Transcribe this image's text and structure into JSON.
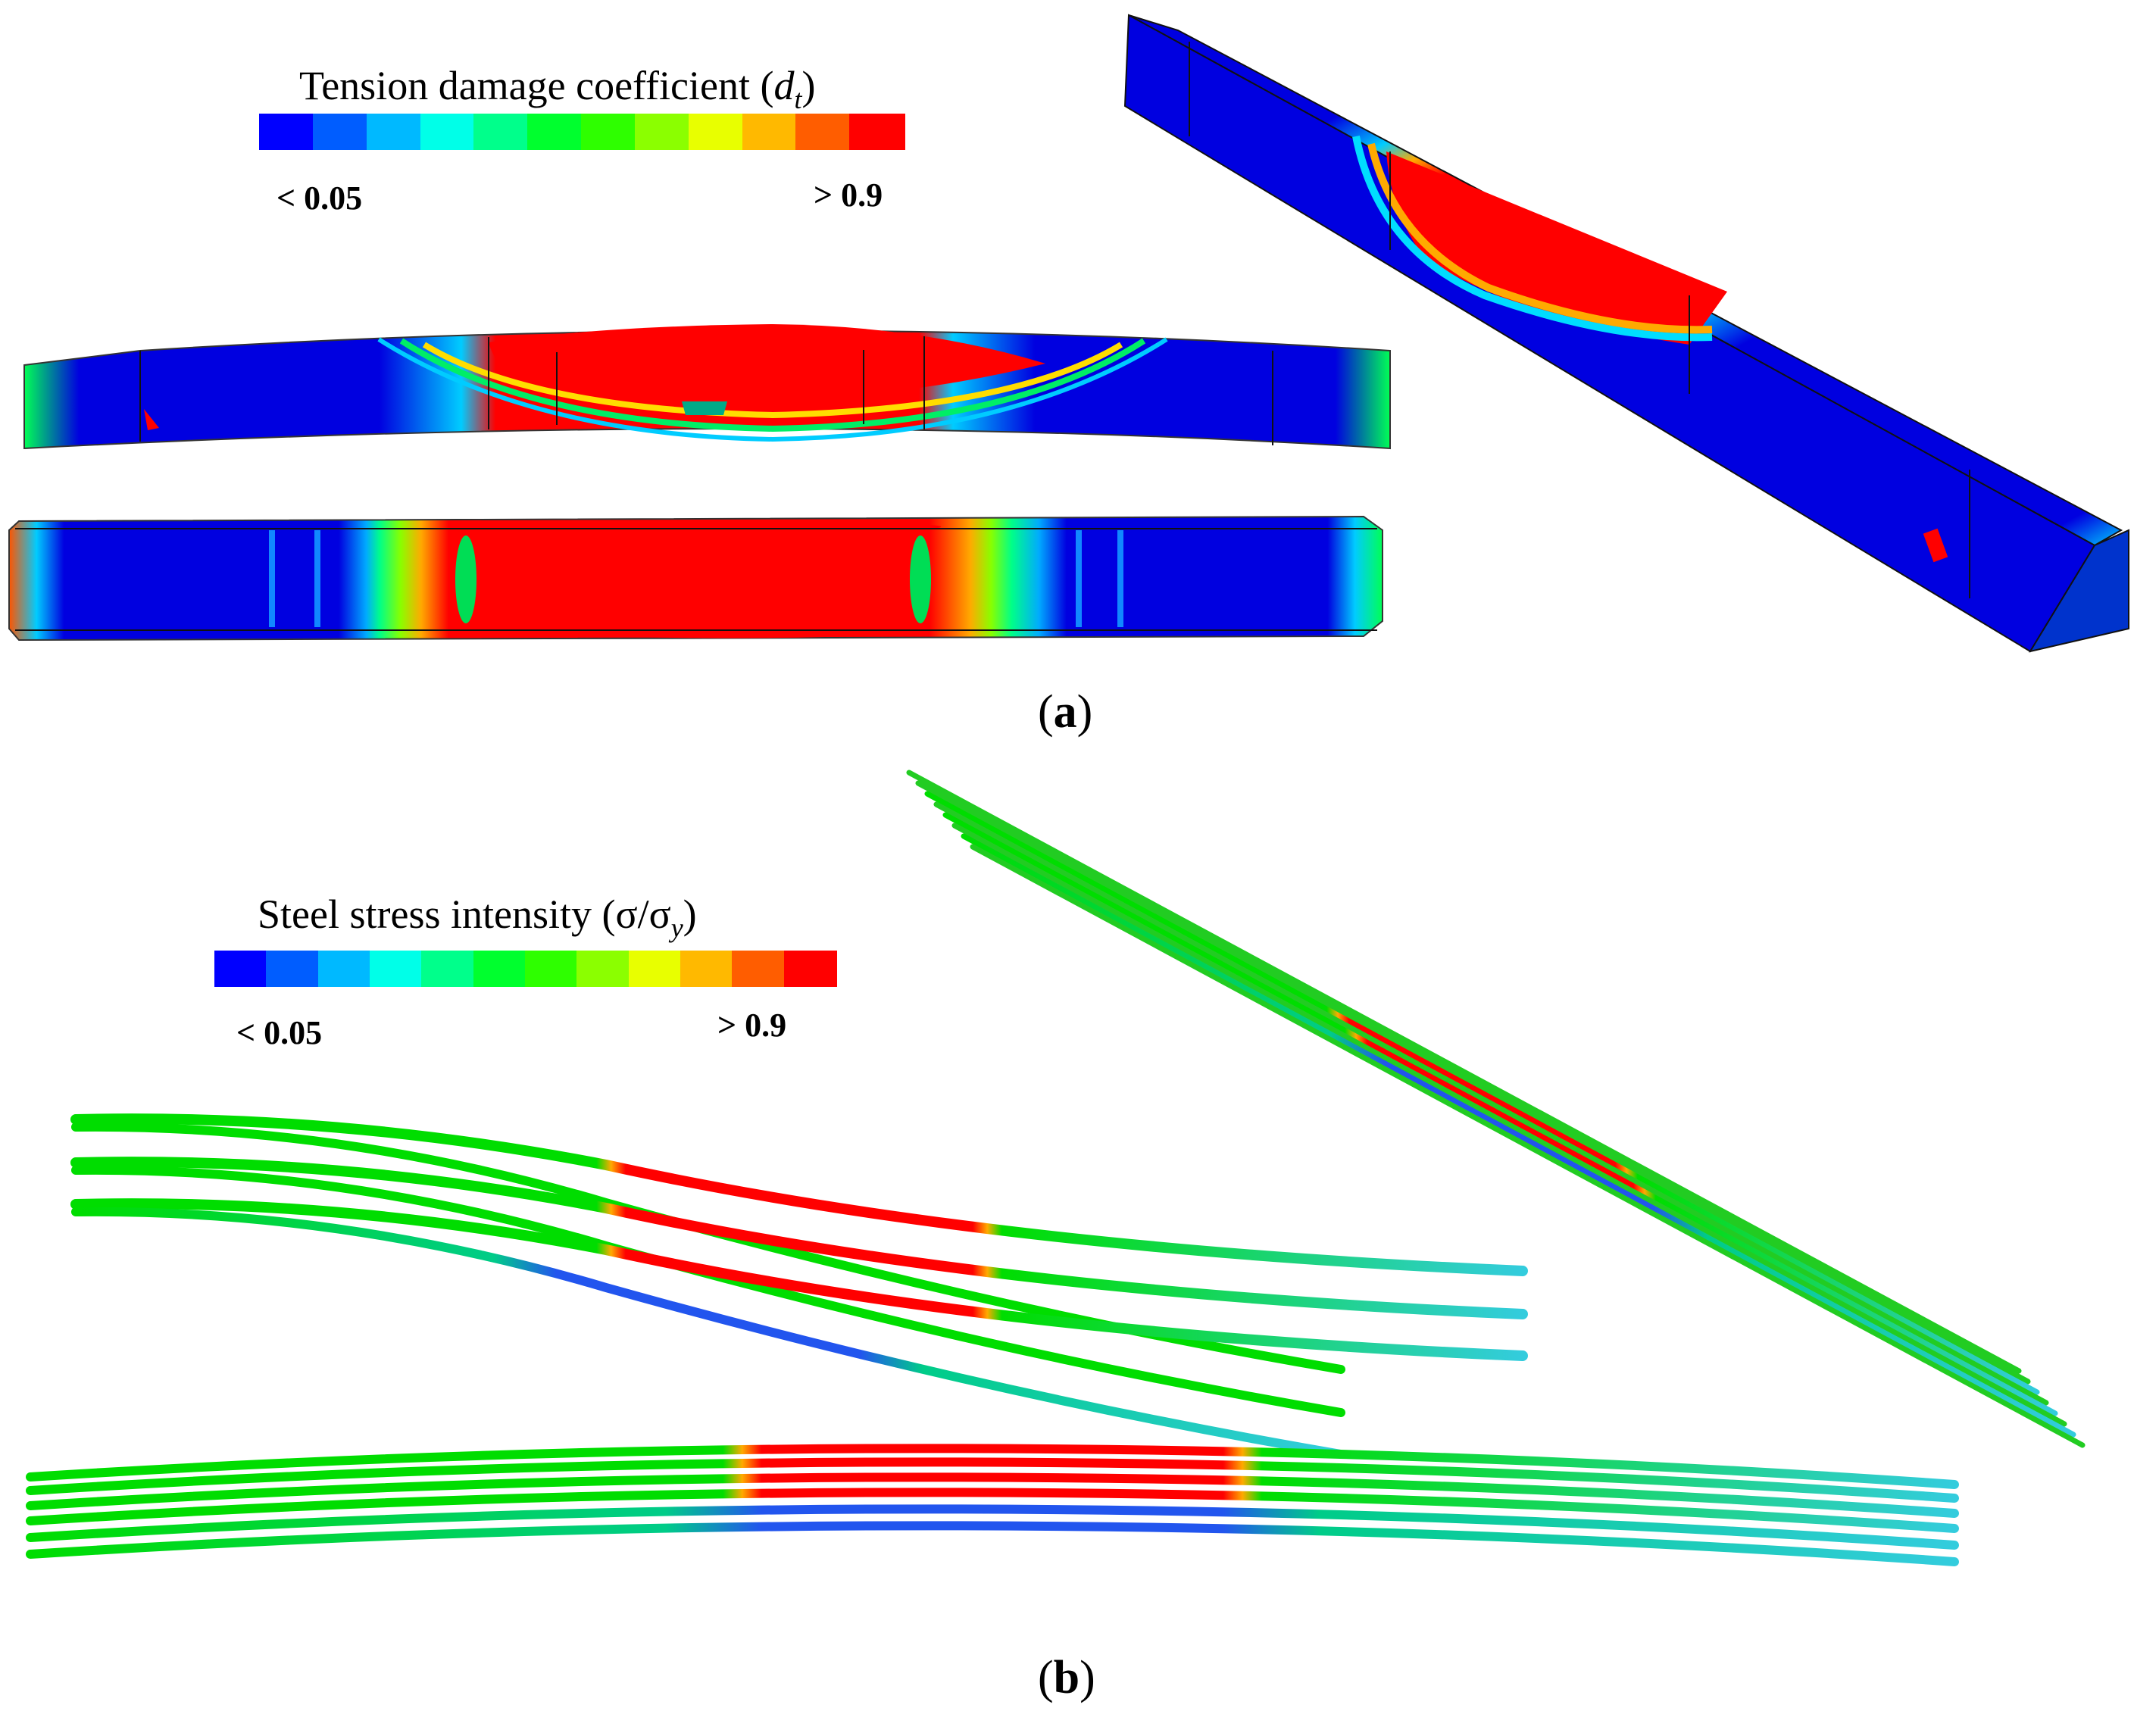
{
  "panels": [
    {
      "id": "a",
      "label_open": "(",
      "label_letter": "a",
      "label_close": ")",
      "legend": {
        "title_text": "Tension damage coefficient (",
        "title_symbol": "d",
        "title_subscript": "t",
        "title_close": ")",
        "min_label": "< 0.05",
        "max_label": "> 0.9"
      }
    },
    {
      "id": "b",
      "label_open": "(",
      "label_letter": "b",
      "label_close": ")",
      "legend": {
        "title_text": "Steel stress intensity (",
        "title_symbol": "σ/σ",
        "title_subscript": "y",
        "title_close": ")",
        "min_label": "< 0.05",
        "max_label": "> 0.9"
      }
    }
  ],
  "colormap": [
    "#0000ff",
    "#005dff",
    "#00b9ff",
    "#00ffe8",
    "#00ff8b",
    "#00ff2e",
    "#2eff00",
    "#8bff00",
    "#e8ff00",
    "#ffb900",
    "#ff5d00",
    "#ff0000"
  ],
  "colors": {
    "low": "#0000cc",
    "mid": "#00dd00",
    "high": "#ff0000",
    "cyan": "#33ccdd",
    "yellow": "#ffee00",
    "orange": "#ff8800"
  }
}
